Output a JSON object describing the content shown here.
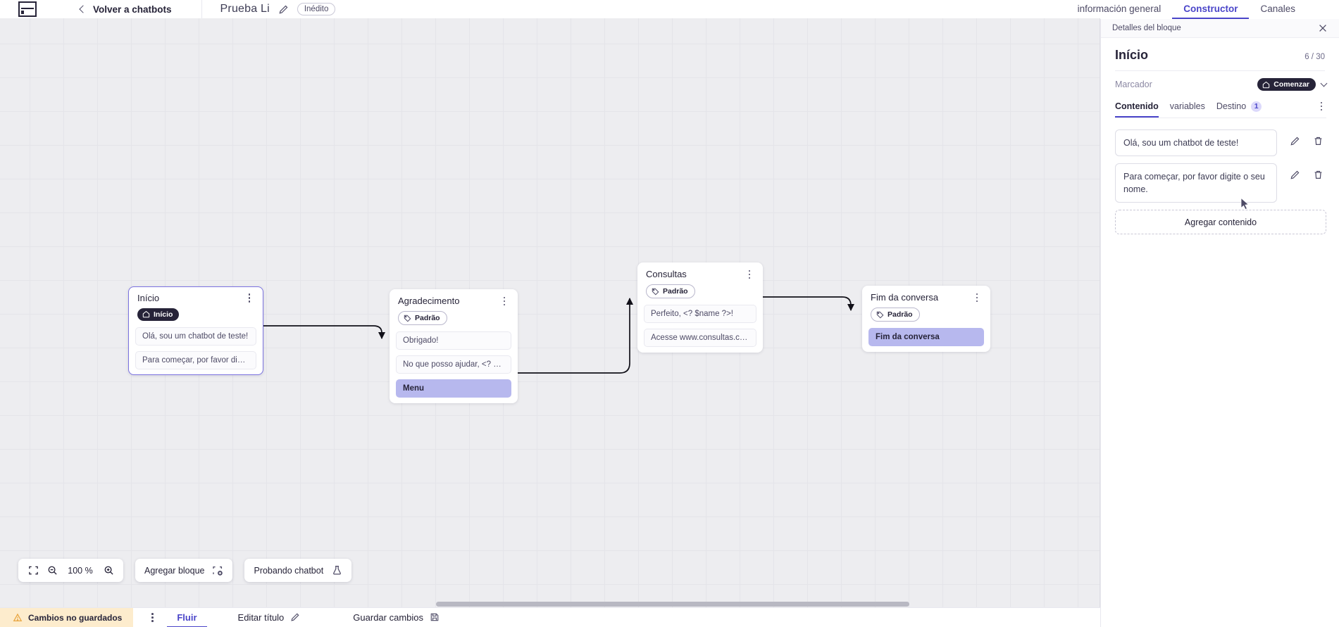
{
  "topbar": {
    "logo_icon": "app-logo-icon",
    "back_label": "Volver a chatbots",
    "flow_title": "Prueba Li",
    "edit_title_icon": "pencil-icon",
    "status_badge": "Inédito",
    "tabs": [
      {
        "label": "información general",
        "active": false
      },
      {
        "label": "Constructor",
        "active": true
      },
      {
        "label": "Canales",
        "active": false
      }
    ]
  },
  "canvas": {
    "nodes": [
      {
        "id": "inicio",
        "title": "Início",
        "selected": true,
        "tag": {
          "label": "Início",
          "style": "dark",
          "icon": "home-icon"
        },
        "rows": [
          {
            "text": "Olá, sou um chatbot de teste!",
            "style": "plain"
          },
          {
            "text": "Para começar, por favor digite o ...",
            "style": "plain"
          }
        ]
      },
      {
        "id": "agradecimento",
        "title": "Agradecimento",
        "selected": false,
        "tag": {
          "label": "Padrão",
          "style": "light",
          "icon": "tag-icon"
        },
        "rows": [
          {
            "text": "Obrigado!",
            "style": "plain"
          },
          {
            "text": "No que posso ajudar, <? $name ...",
            "style": "plain"
          },
          {
            "text": "Menu",
            "style": "highlight"
          }
        ]
      },
      {
        "id": "consultas",
        "title": "Consultas",
        "selected": false,
        "tag": {
          "label": "Padrão",
          "style": "light",
          "icon": "tag-icon"
        },
        "rows": [
          {
            "text": "Perfeito, <? $name ?>!",
            "style": "plain"
          },
          {
            "text": "Acesse www.consultas.com par...",
            "style": "plain"
          }
        ]
      },
      {
        "id": "fim",
        "title": "Fim da conversa",
        "selected": false,
        "tag": {
          "label": "Padrão",
          "style": "light",
          "icon": "tag-icon"
        },
        "rows": [
          {
            "text": "Fim da conversa",
            "style": "highlight"
          }
        ]
      }
    ],
    "controls": {
      "fit_icon": "fit-screen-icon",
      "zoom_out_icon": "zoom-out-icon",
      "zoom_level": "100 %",
      "zoom_in_icon": "zoom-in-icon",
      "add_block_label": "Agregar bloque",
      "add_block_icon": "add-block-icon",
      "test_bot_label": "Probando chatbot",
      "test_bot_icon": "flask-icon"
    }
  },
  "statusbar": {
    "unsaved_label": "Cambios no guardados",
    "unsaved_icon": "warning-icon",
    "kebab_icon": "more-vertical-icon",
    "flow_tab": "Fluir",
    "edit_title_label": "Editar título",
    "edit_title_icon": "pencil-icon",
    "save_label": "Guardar cambios",
    "save_icon": "save-icon"
  },
  "panel": {
    "header_label": "Detalles del bloque",
    "close_icon": "close-icon",
    "block_title": "Início",
    "block_count": "6 / 30",
    "marker_label": "Marcador",
    "marker_value": "Comenzar",
    "marker_icon": "home-icon",
    "marker_chevron_icon": "chevron-down-icon",
    "tabs": [
      {
        "label": "Contenido",
        "active": true,
        "badge": ""
      },
      {
        "label": "variables",
        "active": false,
        "badge": ""
      },
      {
        "label": "Destino",
        "active": false,
        "badge": "1"
      }
    ],
    "tab_kebab_icon": "more-vertical-icon",
    "contents": [
      {
        "text": "Olá, sou um chatbot de teste!",
        "edit_icon": "pencil-icon",
        "delete_icon": "trash-icon"
      },
      {
        "text": "Para começar, por favor digite o seu nome.",
        "edit_icon": "pencil-icon",
        "delete_icon": "trash-icon"
      }
    ],
    "add_content_label": "Agregar contenido"
  },
  "colors": {
    "accent": "#4a45c9",
    "node_selected_border": "#7b72e0",
    "highlight_row": "#b7b8ee",
    "warning_bg": "#fdeccd",
    "canvas_bg": "#ededf0"
  }
}
